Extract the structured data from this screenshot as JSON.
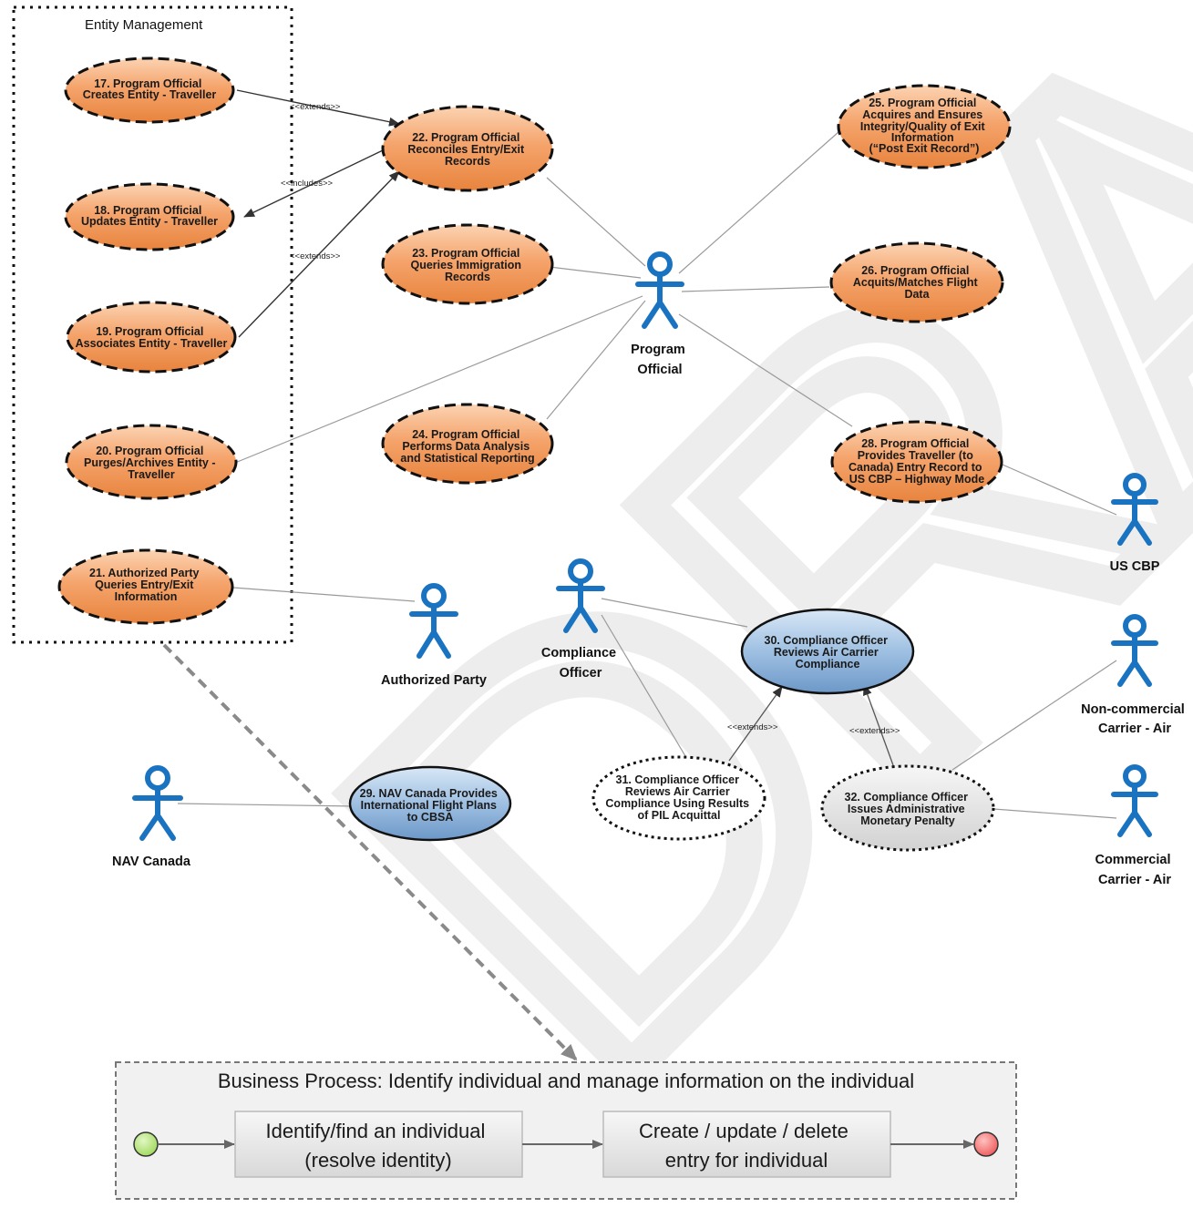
{
  "watermark": "DRAFT",
  "colors": {
    "orange": "#f5a46c",
    "blue": "#8fb4d9",
    "grey": "#e0e0e0",
    "actor": "#1a73c0",
    "start": "#a8e06a",
    "end": "#f26d6d"
  },
  "group": {
    "label": "Entity Management"
  },
  "use_cases": [
    {
      "id": "uc17",
      "style": "orange",
      "lines": [
        "17. Program Official",
        "Creates Entity - Traveller"
      ]
    },
    {
      "id": "uc18",
      "style": "orange",
      "lines": [
        "18. Program Official",
        "Updates Entity - Traveller"
      ]
    },
    {
      "id": "uc19",
      "style": "orange",
      "lines": [
        "19. Program Official",
        "Associates Entity - Traveller"
      ]
    },
    {
      "id": "uc20",
      "style": "orange",
      "lines": [
        "20. Program Official",
        "Purges/Archives Entity -",
        "Traveller"
      ]
    },
    {
      "id": "uc21",
      "style": "orange",
      "lines": [
        "21. Authorized Party",
        "Queries Entry/Exit",
        "Information"
      ]
    },
    {
      "id": "uc22",
      "style": "orange",
      "lines": [
        "22. Program Official",
        "Reconciles Entry/Exit",
        "Records"
      ]
    },
    {
      "id": "uc23",
      "style": "orange",
      "lines": [
        "23. Program Official",
        "Queries  Immigration",
        "Records"
      ]
    },
    {
      "id": "uc24",
      "style": "orange",
      "lines": [
        "24. Program Official",
        "Performs Data Analysis",
        "and Statistical  Reporting"
      ]
    },
    {
      "id": "uc25",
      "style": "orange",
      "lines": [
        "25. Program Official",
        "Acquires and Ensures",
        "Integrity/Quality of Exit",
        "Information",
        "(“Post Exit Record”)"
      ]
    },
    {
      "id": "uc26",
      "style": "orange",
      "lines": [
        "26. Program Official",
        "Acquits/Matches Flight",
        "Data"
      ]
    },
    {
      "id": "uc28",
      "style": "orange",
      "lines": [
        "28. Program Official",
        "Provides Traveller (to",
        "Canada) Entry Record to",
        "US CBP – Highway Mode"
      ]
    },
    {
      "id": "uc29",
      "style": "blue",
      "lines": [
        "29. NAV Canada Provides",
        "International Flight Plans",
        "to CBSA"
      ]
    },
    {
      "id": "uc30",
      "style": "blue",
      "lines": [
        "30. Compliance Officer",
        "Reviews Air Carrier",
        "Compliance"
      ]
    },
    {
      "id": "uc31",
      "style": "white",
      "lines": [
        "31. Compliance Officer",
        "Reviews Air Carrier",
        "Compliance Using Results",
        "of PIL Acquittal"
      ]
    },
    {
      "id": "uc32",
      "style": "grey",
      "lines": [
        "32. Compliance Officer",
        "Issues Administrative",
        "Monetary Penalty"
      ]
    }
  ],
  "actors": [
    {
      "id": "program-official",
      "lines": [
        "Program",
        "Official"
      ]
    },
    {
      "id": "us-cbp",
      "lines": [
        "US CBP"
      ]
    },
    {
      "id": "authorized-party",
      "lines": [
        "Authorized Party"
      ]
    },
    {
      "id": "compliance-officer",
      "lines": [
        "Compliance",
        "Officer"
      ]
    },
    {
      "id": "non-commercial-carrier",
      "lines": [
        "Non-commercial",
        "Carrier - Air"
      ]
    },
    {
      "id": "commercial-carrier",
      "lines": [
        "Commercial",
        "Carrier - Air"
      ]
    },
    {
      "id": "nav-canada",
      "lines": [
        "NAV Canada"
      ]
    }
  ],
  "relations": [
    {
      "id": "r-17-22",
      "label": "<<extends>>"
    },
    {
      "id": "r-22-18",
      "label": "<<includes>>"
    },
    {
      "id": "r-19-22",
      "label": "<<extends>>"
    },
    {
      "id": "r-31-30",
      "label": "<<extends>>"
    },
    {
      "id": "r-32-30",
      "label": "<<extends>>"
    }
  ],
  "business_process": {
    "title": "Business Process: Identify individual and manage information on the individual",
    "steps": [
      {
        "lines": [
          "Identify/find an individual",
          "(resolve identity)"
        ]
      },
      {
        "lines": [
          "Create / update / delete",
          "entry for individual"
        ]
      }
    ]
  }
}
